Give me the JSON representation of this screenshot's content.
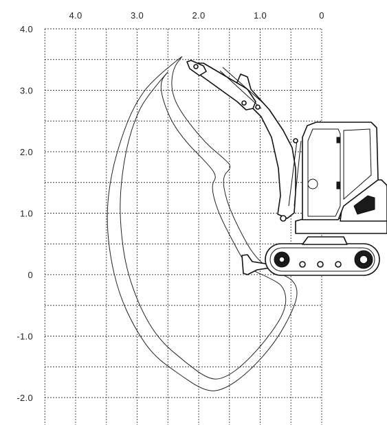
{
  "diagram": {
    "type": "working range diagram",
    "top_axis_labels": [
      "4.0",
      "3.0",
      "2.0",
      "1.0",
      "0"
    ],
    "left_axis_labels": [
      "4.0",
      "3.0",
      "2.0",
      "1.0",
      "0",
      "-1.0",
      "-2.0"
    ],
    "grid": true
  },
  "chart_data": {
    "type": "scatter",
    "title": "",
    "xlabel": "",
    "ylabel": "",
    "xlim": [
      0,
      4.5
    ],
    "ylim": [
      -2.3,
      4.0
    ],
    "x_reversed": true,
    "x_ticks": [
      4.0,
      3.0,
      2.0,
      1.0,
      0
    ],
    "y_ticks": [
      4.0,
      3.0,
      2.0,
      1.0,
      0,
      -1.0,
      -2.0
    ],
    "grid": true,
    "series": [
      {
        "values": [
          [
            2.27,
            3.55
          ],
          [
            2.75,
            3.18
          ],
          [
            3.05,
            2.75
          ],
          [
            3.25,
            2.25
          ],
          [
            3.42,
            1.65
          ],
          [
            3.5,
            1.0
          ],
          [
            3.45,
            0.35
          ],
          [
            3.3,
            -0.3
          ],
          [
            3.05,
            -0.85
          ],
          [
            2.75,
            -1.3
          ],
          [
            2.35,
            -1.6
          ],
          [
            1.9,
            -1.9
          ],
          [
            1.6,
            -1.88
          ],
          [
            1.2,
            -1.6
          ],
          [
            0.75,
            -1.1
          ],
          [
            0.45,
            -0.55
          ],
          [
            0.38,
            -0.25
          ],
          [
            0.5,
            -0.05
          ],
          [
            0.8,
            0.05
          ],
          [
            1.1,
            0.3
          ],
          [
            1.35,
            0.75
          ],
          [
            1.55,
            1.2
          ],
          [
            1.62,
            1.6
          ],
          [
            1.45,
            1.75
          ],
          [
            1.6,
            1.9
          ],
          [
            1.9,
            2.15
          ],
          [
            2.3,
            2.65
          ],
          [
            2.45,
            3.0
          ],
          [
            2.42,
            3.35
          ],
          [
            2.27,
            3.55
          ]
        ]
      },
      {
        "values": [
          [
            2.5,
            3.3
          ],
          [
            2.85,
            2.9
          ],
          [
            3.05,
            2.5
          ],
          [
            3.2,
            1.95
          ],
          [
            3.28,
            1.3
          ],
          [
            3.27,
            0.75
          ],
          [
            3.18,
            0.1
          ],
          [
            2.95,
            -0.55
          ],
          [
            2.65,
            -1.05
          ],
          [
            2.25,
            -1.4
          ],
          [
            1.85,
            -1.7
          ],
          [
            1.6,
            -1.7
          ],
          [
            1.25,
            -1.45
          ],
          [
            0.85,
            -1.0
          ],
          [
            0.57,
            -0.55
          ],
          [
            0.6,
            -0.2
          ],
          [
            0.85,
            -0.05
          ],
          [
            1.2,
            0.1
          ],
          [
            1.45,
            0.55
          ],
          [
            1.7,
            1.05
          ],
          [
            1.8,
            1.45
          ],
          [
            1.7,
            1.6
          ],
          [
            1.85,
            1.8
          ],
          [
            2.2,
            2.15
          ],
          [
            2.45,
            2.5
          ],
          [
            2.6,
            2.9
          ],
          [
            2.62,
            3.15
          ],
          [
            2.5,
            3.3
          ]
        ]
      }
    ]
  },
  "machine": {
    "name": "excavator-illustration"
  }
}
